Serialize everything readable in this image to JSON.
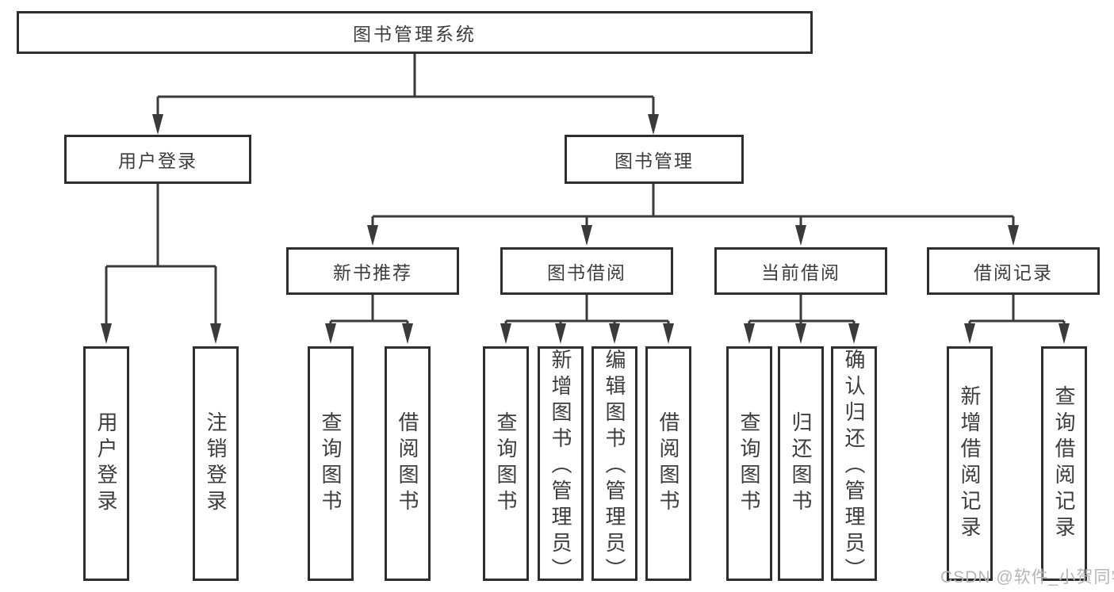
{
  "tree": {
    "root": {
      "label": "图书管理系统",
      "children": [
        {
          "label": "用户登录",
          "children": [
            {
              "label": "用户登录"
            },
            {
              "label": "注销登录"
            }
          ]
        },
        {
          "label": "图书管理",
          "children": [
            {
              "label": "新书推荐",
              "children": [
                {
                  "label": "查询图书"
                },
                {
                  "label": "借阅图书"
                }
              ]
            },
            {
              "label": "图书借阅",
              "children": [
                {
                  "label": "查询图书"
                },
                {
                  "label": "新增图书（管理员）"
                },
                {
                  "label": "编辑图书（管理员）"
                },
                {
                  "label": "借阅图书"
                }
              ]
            },
            {
              "label": "当前借阅",
              "children": [
                {
                  "label": "查询图书"
                },
                {
                  "label": "归还图书"
                },
                {
                  "label": "确认归还（管理员）"
                }
              ]
            },
            {
              "label": "借阅记录",
              "children": [
                {
                  "label": "新增借阅记录"
                },
                {
                  "label": "查询借阅记录"
                }
              ]
            }
          ]
        }
      ]
    }
  },
  "watermark": {
    "text": "CSDN @软件_小贺同学"
  },
  "colors": {
    "line": "#3a3a3a",
    "border": "#2e2e2e",
    "text": "#3d3d3d",
    "watermark": "#b6b6b6",
    "background": "#ffffff"
  }
}
